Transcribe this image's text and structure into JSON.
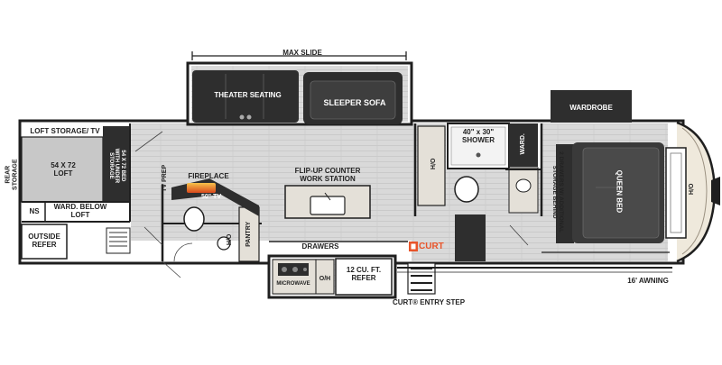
{
  "labels": {
    "max_slide": "MAX SLIDE",
    "theater_seating": "THEATER SEATING",
    "sleeper_sofa": "SLEEPER SOFA",
    "wardrobe": "WARDROBE",
    "loft_storage_tv": "LOFT STORAGE/ TV",
    "rear_storage": "REAR\nSTORAGE",
    "loft": "54 X 72\nLOFT",
    "bed_with_storage": "54 X 72 BED\nWITH UNDER\nSTORAGE",
    "ns": "NS",
    "ward_below_loft": "WARD. BELOW\nLOFT",
    "outside_refer": "OUTSIDE\nREFER",
    "tv_prep": "TV PREP",
    "fireplace": "FIREPLACE",
    "tv_50": "50\" TV",
    "ho_left": "H/O",
    "pantry": "PANTRY",
    "flip_up_counter": "FLIP-UP COUNTER\nWORK STATION",
    "drawers": "DRAWERS",
    "microwave": "MICROWAVE",
    "oh": "O/H",
    "refer_12": "12 CU. FT.\nREFER",
    "curt_brand": "CURT",
    "curt_entry_step": "CURT® ENTRY STEP",
    "oh_bath": "O/H",
    "shower": "40\" x 30\"\nSHOWER",
    "ward_bath": "WARD.",
    "drawers_storage": "2 DRAWERS W/ ADDITIONAL\nSTORAGE BEHIND",
    "queen_bed": "QUEEN BED",
    "oh_front": "O/H",
    "awning": "16' AWNING"
  },
  "colors": {
    "wall": "#1f1f1f",
    "floor": "#d6d6d6",
    "dark_furniture": "#2e2e2e",
    "counter": "#e4e0d8",
    "curt_orange": "#e8542a",
    "bed_dark": "#3a3a3a"
  }
}
